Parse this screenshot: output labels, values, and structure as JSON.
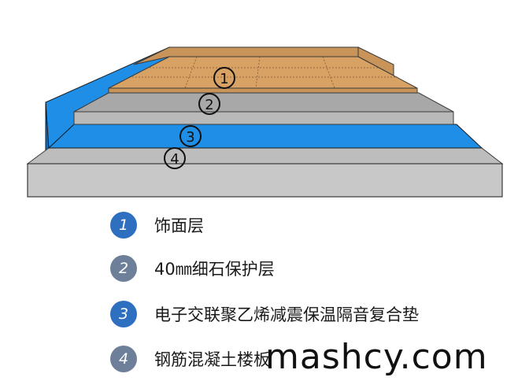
{
  "callouts": [
    "1",
    "2",
    "3",
    "4"
  ],
  "legend": [
    {
      "num": "1",
      "label": "饰面层",
      "color": "#2f6fc0"
    },
    {
      "num": "2",
      "label": "40㎜细石保护层",
      "color": "#6e7f99"
    },
    {
      "num": "3",
      "label": "电子交联聚乙烯减震保温隔音复合垫",
      "color": "#2f6fc0"
    },
    {
      "num": "4",
      "label": "钢筋混凝土楼板",
      "color": "#6e7f99"
    }
  ],
  "watermark": "mashcy.com",
  "colors": {
    "wood": "#d9a265",
    "wood_dark": "#b9874f",
    "screed": "#b9b9b9",
    "foam_blue": "#1f8ee6",
    "slab": "#c8c8c8",
    "outline": "#3a3a3a"
  }
}
